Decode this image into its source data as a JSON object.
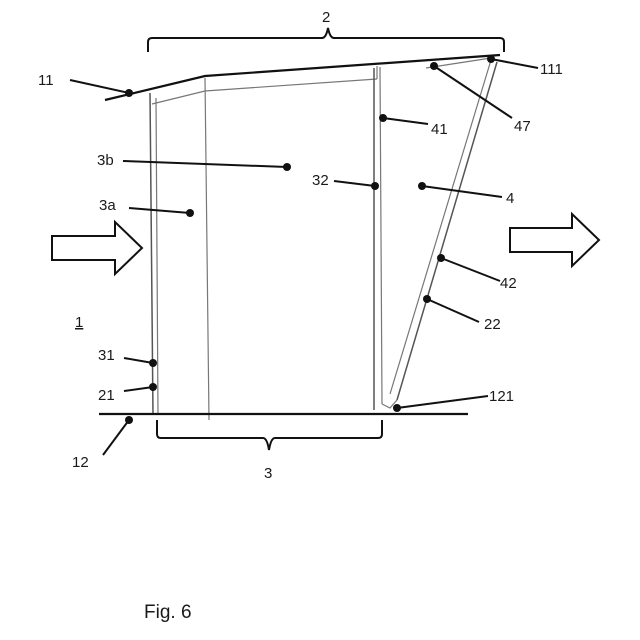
{
  "caption": "Fig. 6",
  "labels": {
    "l2": "2",
    "l11": "11",
    "l111": "111",
    "l47": "47",
    "l41": "41",
    "l3b": "3b",
    "l32": "32",
    "l4": "4",
    "l3a": "3a",
    "l42": "42",
    "l22": "22",
    "l1": "1",
    "l31": "31",
    "l21": "21",
    "l121": "121",
    "l12": "12",
    "l3": "3"
  }
}
